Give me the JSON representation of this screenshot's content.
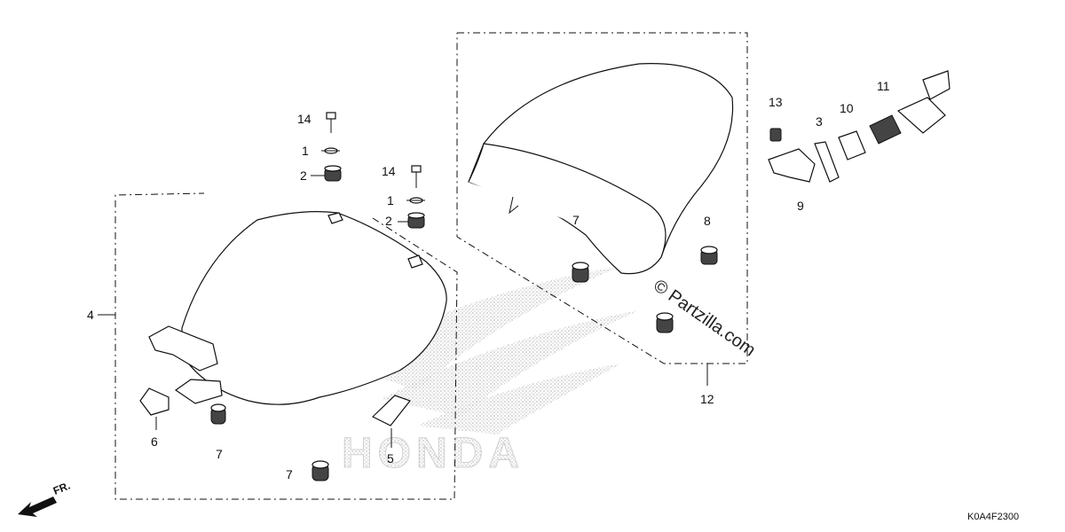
{
  "diagram": {
    "callouts": {
      "p1a": "1",
      "p1b": "1",
      "p2a": "2",
      "p2b": "2",
      "p3": "3",
      "p4": "4",
      "p5": "5",
      "p6": "6",
      "p7a": "7",
      "p7b": "7",
      "p7c": "7",
      "p8": "8",
      "p9": "9",
      "p10": "10",
      "p11": "11",
      "p12": "12",
      "p13": "13",
      "p14a": "14",
      "p14b": "14"
    },
    "direction_label": "FR.",
    "diagram_code": "K0A4F2300",
    "watermark": {
      "brand": "HONDA",
      "copyright": "© Partzilla.com"
    },
    "colors": {
      "ink": "#111111",
      "watermark": "#bdbdbd"
    }
  }
}
